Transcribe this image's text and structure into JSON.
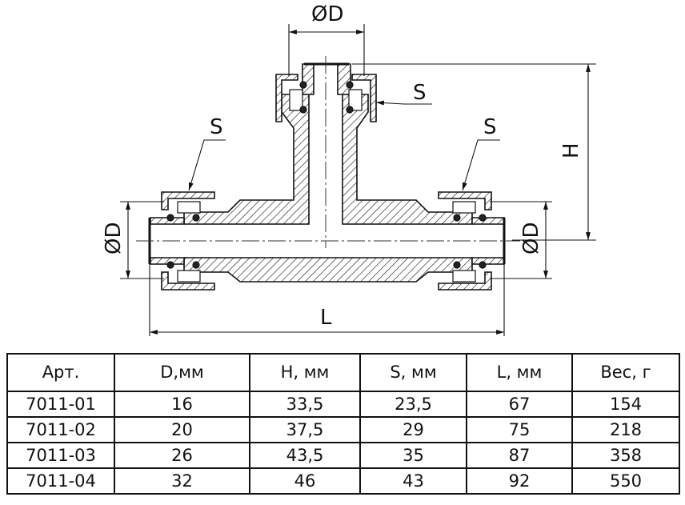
{
  "drawing": {
    "title": "Tee fitting cross-section",
    "labels": {
      "top_diameter": "ØD",
      "left_diameter": "ØD",
      "right_diameter": "ØD",
      "height": "H",
      "length": "L",
      "wrench_top": "S",
      "wrench_left": "S",
      "wrench_right": "S"
    }
  },
  "table": {
    "headers": [
      "Арт.",
      "D,мм",
      "H, мм",
      "S, мм",
      "L, мм",
      "Вес, г"
    ],
    "rows": [
      [
        "7011-01",
        "16",
        "33,5",
        "23,5",
        "67",
        "154"
      ],
      [
        "7011-02",
        "20",
        "37,5",
        "29",
        "75",
        "218"
      ],
      [
        "7011-03",
        "26",
        "43,5",
        "35",
        "87",
        "358"
      ],
      [
        "7011-04",
        "32",
        "46",
        "43",
        "92",
        "550"
      ]
    ]
  }
}
